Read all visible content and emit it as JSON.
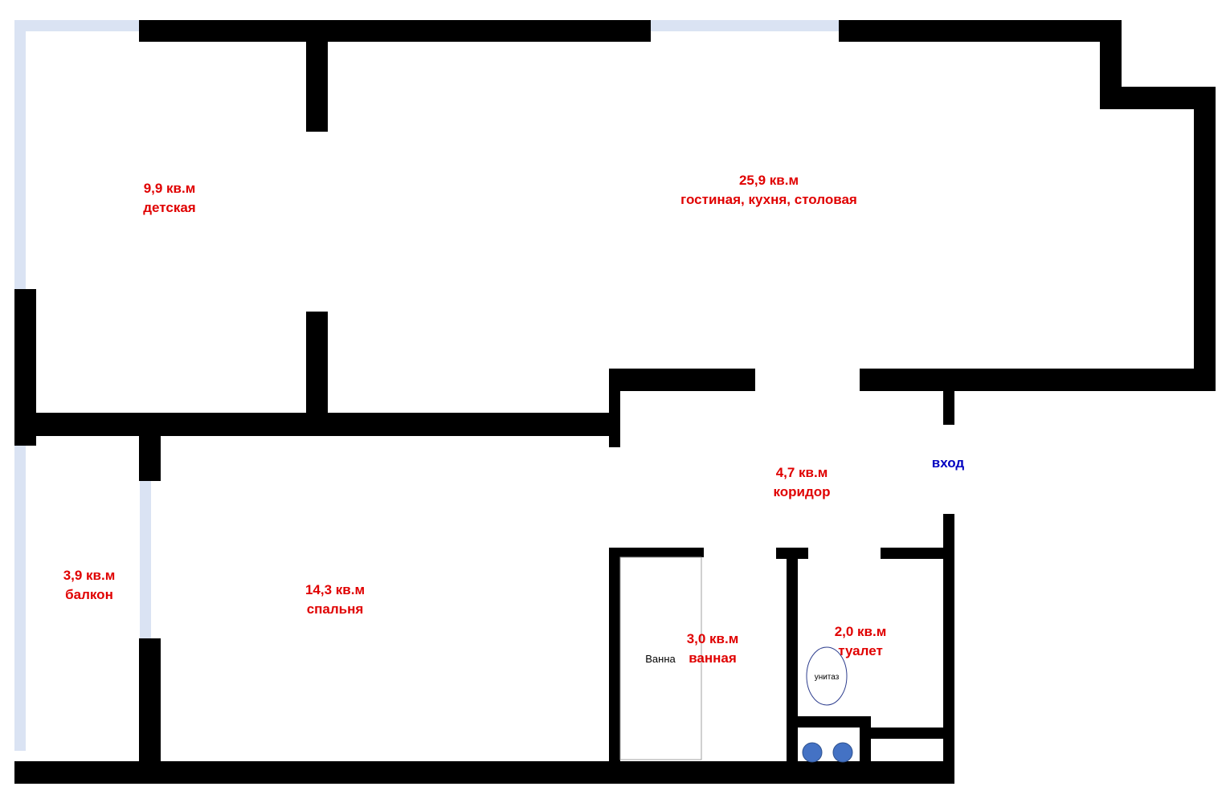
{
  "colors": {
    "wall": "#000000",
    "window": "#dae3f3",
    "room_label": "#e00000",
    "entrance_label": "#0000c0",
    "sink": "#4472c4",
    "toilet_outline": "#2f3f8f"
  },
  "rooms": {
    "kids": {
      "area": "9,9 кв.м",
      "name": "детская"
    },
    "living": {
      "area": "25,9 кв.м",
      "name": "гостиная, кухня, столовая"
    },
    "balcony": {
      "area": "3,9 кв.м",
      "name": "балкон"
    },
    "bedroom": {
      "area": "14,3 кв.м",
      "name": "спальня"
    },
    "corridor": {
      "area": "4,7 кв.м",
      "name": "коридор"
    },
    "bathroom": {
      "area": "3,0 кв.м",
      "name": "ванная"
    },
    "toilet_room": {
      "area": "2,0 кв.м",
      "name": "туалет"
    }
  },
  "entrance": "вход",
  "fixtures": {
    "bathtub": "Ванна",
    "toilet": "унитаз"
  }
}
